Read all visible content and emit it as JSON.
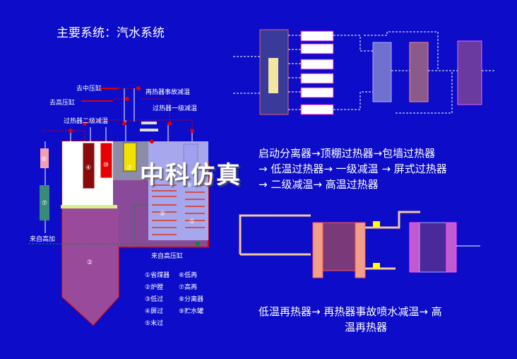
{
  "title": "主要系统：汽水系统",
  "watermark": "中科仿真",
  "flow1": [
    "启动分离器→顶棚过热器→包墙过热器",
    "→ 低温过热器→ 一级减温 → 屏式过热器",
    "→ 二级减温→ 高温过热器"
  ],
  "flow2": [
    "低温再热器→ 再热器事故喷水减温→ 高",
    "温再热器"
  ],
  "boiler_labels": {
    "to_mid": "去中压缸",
    "to_high": "去高压缸",
    "reheat_spray": "再热器事故减温",
    "sh_first_spray": "过热器一级减温",
    "sh_second_spray": "过热器二级减温",
    "from_high_heater": "来自高加",
    "from_high_cyl": "来自高压缸"
  },
  "legend": [
    [
      "①省煤器",
      "⑥低再"
    ],
    [
      "②炉膛",
      "⑦高再"
    ],
    [
      "③低过",
      "⑧分离器"
    ],
    [
      "④屏过",
      "⑨贮水罐"
    ],
    [
      "⑤末过",
      ""
    ]
  ],
  "colors": {
    "background": "#0c0cc9",
    "furnace": "#7a3a8a",
    "pipe": "#e8c7b0",
    "red": "#e00000",
    "green": "#0c8a2a",
    "yellow": "#f2e000"
  }
}
